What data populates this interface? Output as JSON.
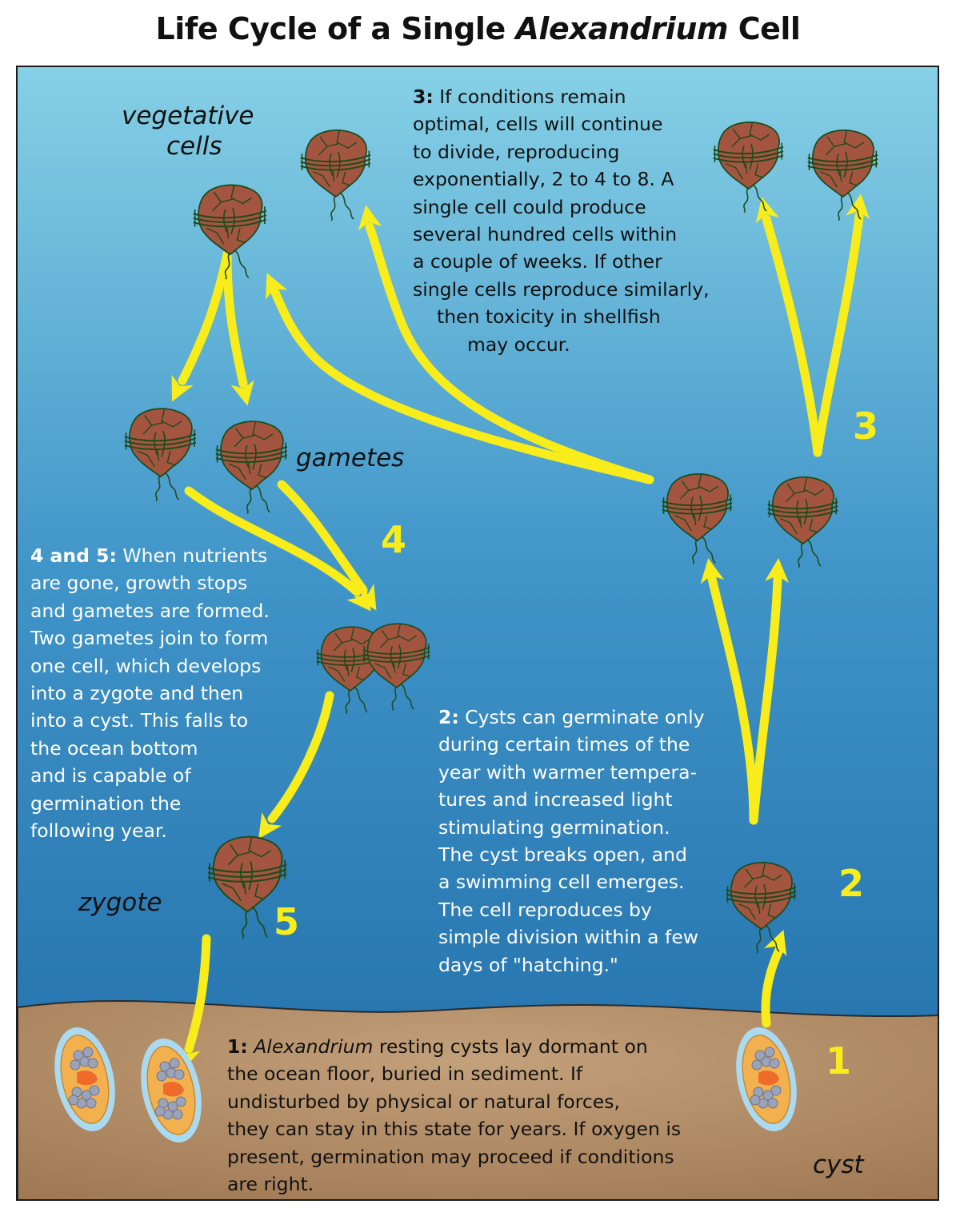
{
  "title": {
    "before": "Life Cycle of a Single ",
    "italic": "Alexandrium",
    "after": " Cell"
  },
  "labels": {
    "vegetative_line1": "vegetative",
    "vegetative_line2": "cells",
    "gametes": "gametes",
    "zygote": "zygote",
    "cyst": "cyst"
  },
  "step_numbers": {
    "one": "1",
    "two": "2",
    "three": "3",
    "four": "4",
    "five": "5"
  },
  "text3": {
    "lead": "3:",
    "lines": [
      " If conditions remain",
      "optimal, cells will continue",
      "to divide, reproducing",
      "exponentially, 2 to 4 to 8. A",
      "single cell could produce",
      "several hundred cells within",
      "a couple of weeks. If other",
      "single cells reproduce similarly,",
      "then toxicity in shellfish",
      "may occur."
    ]
  },
  "text45": {
    "lead": "4 and 5:",
    "lines": [
      " When nutrients",
      "are gone, growth stops",
      "and gametes are formed.",
      "Two gametes join to form",
      "one cell, which develops",
      "into a zygote and then",
      "into a cyst. This falls to",
      "the ocean bottom",
      "and is capable of",
      "germination the",
      "following year."
    ]
  },
  "text2": {
    "lead": "2:",
    "lines": [
      " Cysts can germinate only",
      "during certain times of the",
      "year with warmer tempera-",
      "tures and increased light",
      "stimulating germination.",
      "The cyst breaks open, and",
      "a swimming cell emerges.",
      "The cell reproduces by",
      "simple division within a few",
      "days of \"hatching.\""
    ]
  },
  "text1": {
    "lead": "1:",
    "italic": " Alexandrium",
    "lines": [
      " resting cysts lay dormant on",
      "the ocean floor, buried in sediment. If",
      "undisturbed by physical or natural forces,",
      "they can stay in this state for years. If oxygen is",
      "present, germination may proceed if conditions",
      "are right."
    ]
  },
  "colors": {
    "water_top": "#86d0e6",
    "water_bottom": "#1e6aa6",
    "sediment": "#b5916a",
    "arrow": "#f8ec1a",
    "cell_fill": "#a4553f",
    "cell_outline": "#1f4a1c",
    "cyst_halo": "#a9daf2",
    "cyst_body": "#f2b04e",
    "cyst_granules": "#9aa3b8",
    "cyst_core": "#ee6b2a"
  }
}
